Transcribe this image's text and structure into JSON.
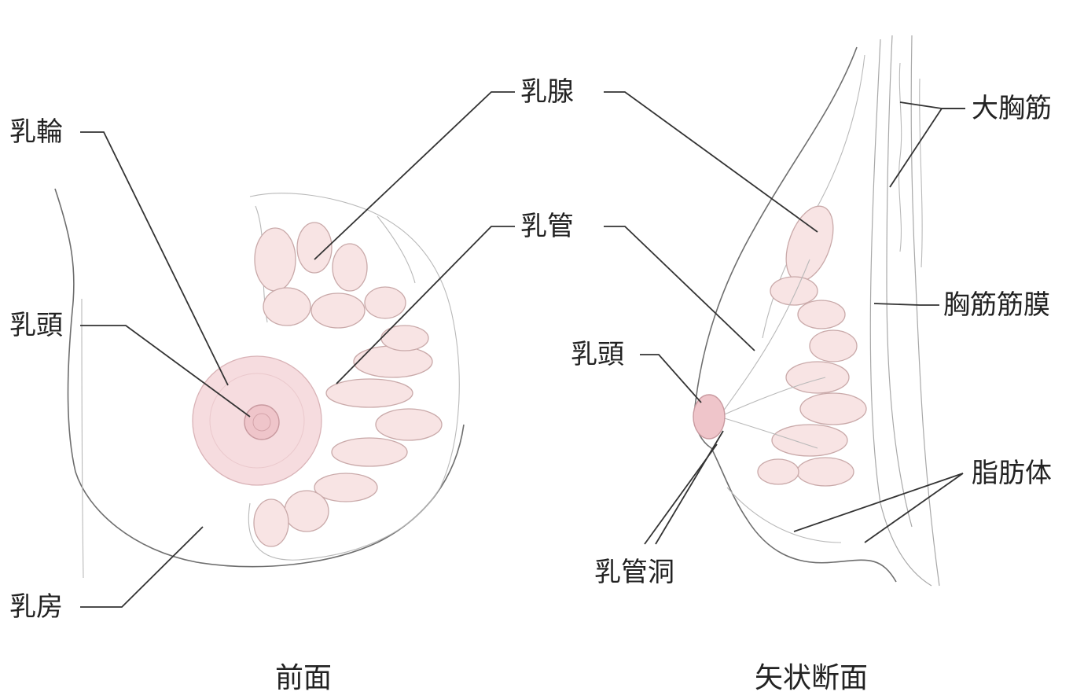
{
  "labels": {
    "areola_front": "乳輪",
    "nipple_front": "乳頭",
    "breast": "乳房",
    "mammary_gland": "乳腺",
    "lactiferous_duct": "乳管",
    "nipple_sagittal": "乳頭",
    "lactiferous_sinus": "乳管洞",
    "pectoralis_major": "大胸筋",
    "pectoral_fascia": "胸筋筋膜",
    "fat_body": "脂肪体"
  },
  "captions": {
    "front_view": "前面",
    "sagittal_view": "矢状断面"
  },
  "colors": {
    "areola": "#f3d3d6",
    "nipple": "#ecbcc2",
    "lobule_fill": "#f8e4e4",
    "outline": "#6e6e6e",
    "leader": "#333333",
    "text": "#222222"
  }
}
